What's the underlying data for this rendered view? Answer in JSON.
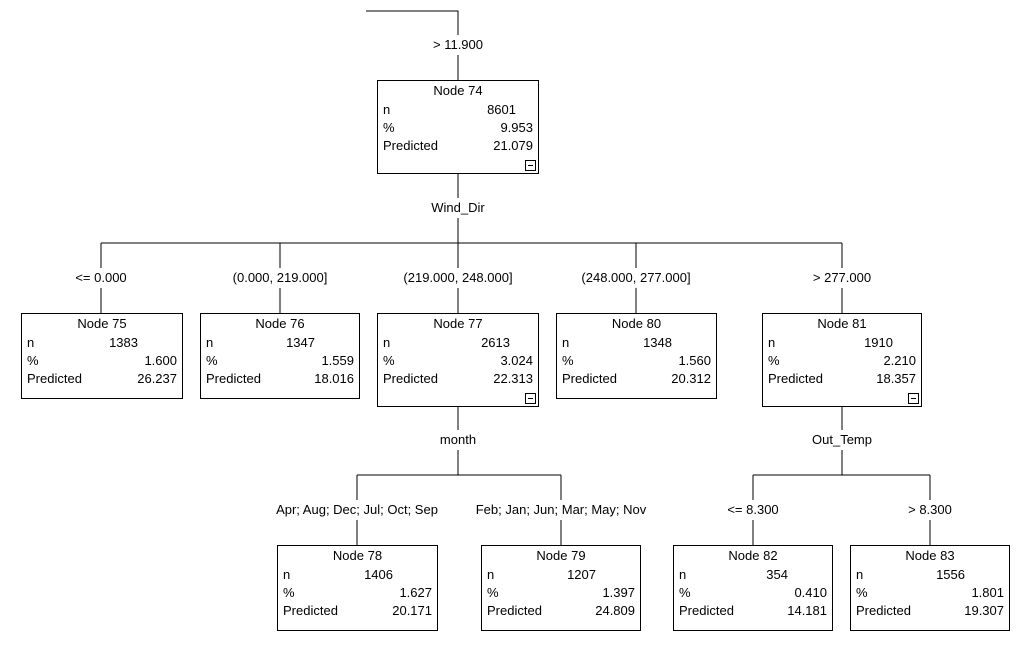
{
  "nodes": {
    "n74": {
      "title": "Node 74",
      "n": "8601",
      "pct": "9.953",
      "pred": "21.079"
    },
    "n75": {
      "title": "Node 75",
      "n": "1383",
      "pct": "1.600",
      "pred": "26.237"
    },
    "n76": {
      "title": "Node 76",
      "n": "1347",
      "pct": "1.559",
      "pred": "18.016"
    },
    "n77": {
      "title": "Node 77",
      "n": "2613",
      "pct": "3.024",
      "pred": "22.313"
    },
    "n80": {
      "title": "Node 80",
      "n": "1348",
      "pct": "1.560",
      "pred": "20.312"
    },
    "n81": {
      "title": "Node 81",
      "n": "1910",
      "pct": "2.210",
      "pred": "18.357"
    },
    "n78": {
      "title": "Node 78",
      "n": "1406",
      "pct": "1.627",
      "pred": "20.171"
    },
    "n79": {
      "title": "Node 79",
      "n": "1207",
      "pct": "1.397",
      "pred": "24.809"
    },
    "n82": {
      "title": "Node 82",
      "n": "354",
      "pct": "0.410",
      "pred": "14.181"
    },
    "n83": {
      "title": "Node 83",
      "n": "1556",
      "pct": "1.801",
      "pred": "19.307"
    }
  },
  "row_labels": {
    "n": "n",
    "pct": "%",
    "pred": "Predicted"
  },
  "split_vars": {
    "v74": "Wind_Dir",
    "v77": "month",
    "v81": "Out_Temp"
  },
  "edge_labels": {
    "e74": "> 11.900",
    "e75": "<= 0.000",
    "e76": "(0.000, 219.000]",
    "e77": "(219.000, 248.000]",
    "e80": "(248.000, 277.000]",
    "e81": "> 277.000",
    "e78": "Apr; Aug; Dec; Jul; Oct; Sep",
    "e79": "Feb; Jan; Jun; Mar; May; Nov",
    "e82": "<= 8.300",
    "e83": "> 8.300"
  }
}
